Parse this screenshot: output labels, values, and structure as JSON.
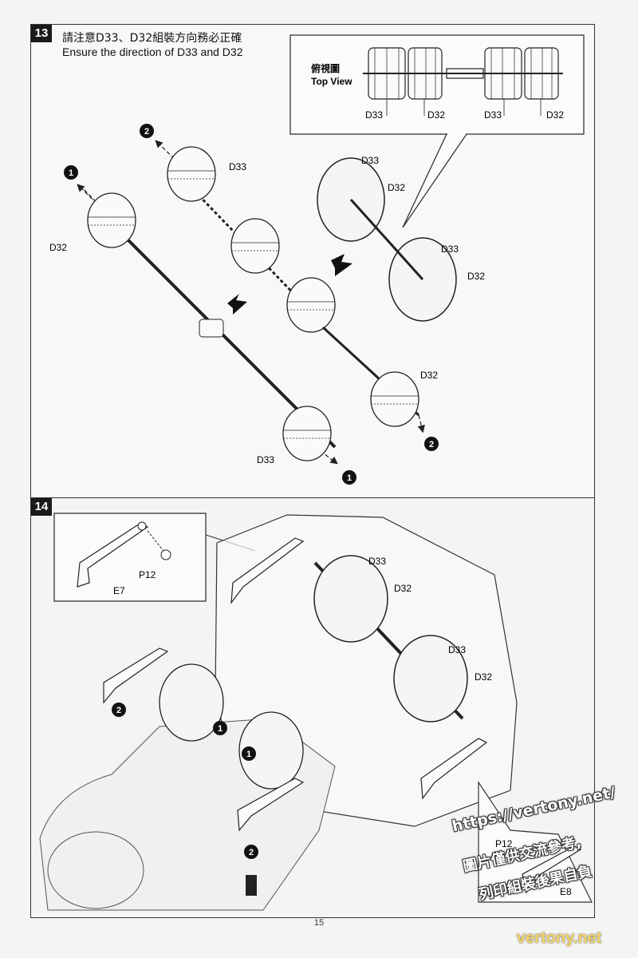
{
  "step13": {
    "number": "13",
    "note_cn": "請注意D33、D32組裝方向務必正確",
    "note_en": "Ensure the direction of D33 and D32",
    "top_view_cn": "俯視圖",
    "top_view_en": "Top View",
    "labels": {
      "tv_d33_a": "D33",
      "tv_d32_a": "D32",
      "tv_d33_b": "D33",
      "tv_d32_b": "D32",
      "left_d32": "D32",
      "left_d33_top": "D33",
      "left_d33_bottom": "D33",
      "right_d33_a": "D33",
      "right_d32_a": "D32",
      "right_d33_b": "D33",
      "right_d32_b": "D32",
      "right_d32_c": "D32"
    },
    "markers": {
      "m1a": "1",
      "m2a": "2",
      "m1b": "1",
      "m2b": "2"
    }
  },
  "step14": {
    "number": "14",
    "labels": {
      "p12_inset": "P12",
      "e7": "E7",
      "d33_a": "D33",
      "d32_a": "D32",
      "d33_b": "D33",
      "d32_b": "D32",
      "p12_bottom": "P12",
      "e8": "E8"
    },
    "markers": {
      "m2a": "2",
      "m1a": "1",
      "m1b": "1",
      "m2b": "2"
    }
  },
  "page_number": "15",
  "watermark": {
    "url": "https://vertony.net/",
    "line2": "圖片僅供交流參考,",
    "line3": "列印組裝後果自負",
    "footer": "vertony.net"
  }
}
